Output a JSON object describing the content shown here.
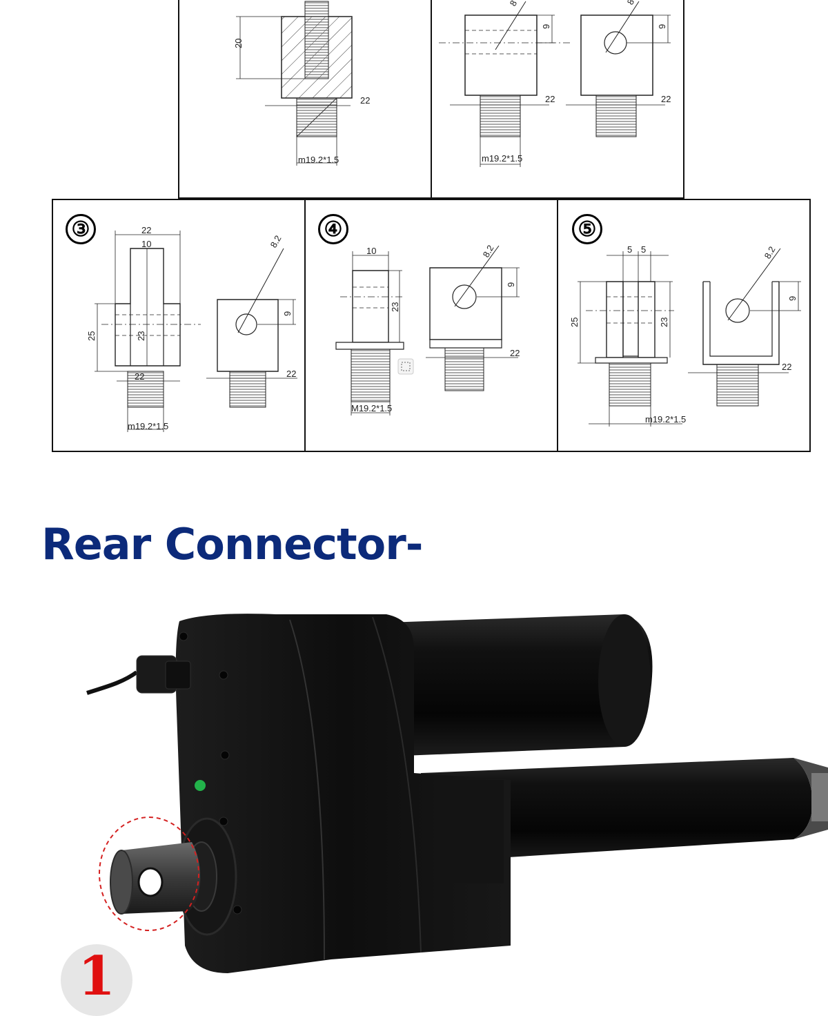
{
  "panels": [
    {
      "id": "panel-1",
      "badge": "",
      "labels": {
        "d_20": "20",
        "d_22": "22",
        "thread": "m19.2*1.5"
      }
    },
    {
      "id": "panel-2",
      "badge": "",
      "labels": {
        "d_8": "8",
        "d_9a": "9",
        "d_9b": "9",
        "d_22a": "22",
        "d_22b": "22",
        "thread": "m19.2*1.5",
        "d_8b": "8"
      }
    },
    {
      "id": "panel-3",
      "badge": "③",
      "labels": {
        "d_22top": "22",
        "d_10": "10",
        "d_25": "25",
        "d_23": "23",
        "d_22bot": "22",
        "d_82": "8.2",
        "d_9": "9",
        "d_22side": "22",
        "thread": "m19.2*1.5"
      }
    },
    {
      "id": "panel-4",
      "badge": "④",
      "labels": {
        "d_10": "10",
        "d_23": "23",
        "d_82": "8.2",
        "d_9": "9",
        "d_22": "22",
        "thread": "M19.2*1.5"
      }
    },
    {
      "id": "panel-5",
      "badge": "⑤",
      "labels": {
        "d_5a": "5",
        "d_5b": "5",
        "d_82": "8.2",
        "d_25": "25",
        "d_23": "23",
        "d_9": "9",
        "d_22": "22",
        "thread": "m19.2*1.5"
      }
    }
  ],
  "heading": "Rear Connector-",
  "item_number": "1",
  "colors": {
    "heading": "#0c2a7a",
    "item_number": "#e01010",
    "badge_bg": "#e6e6e6",
    "actuator_body": "#121212"
  }
}
